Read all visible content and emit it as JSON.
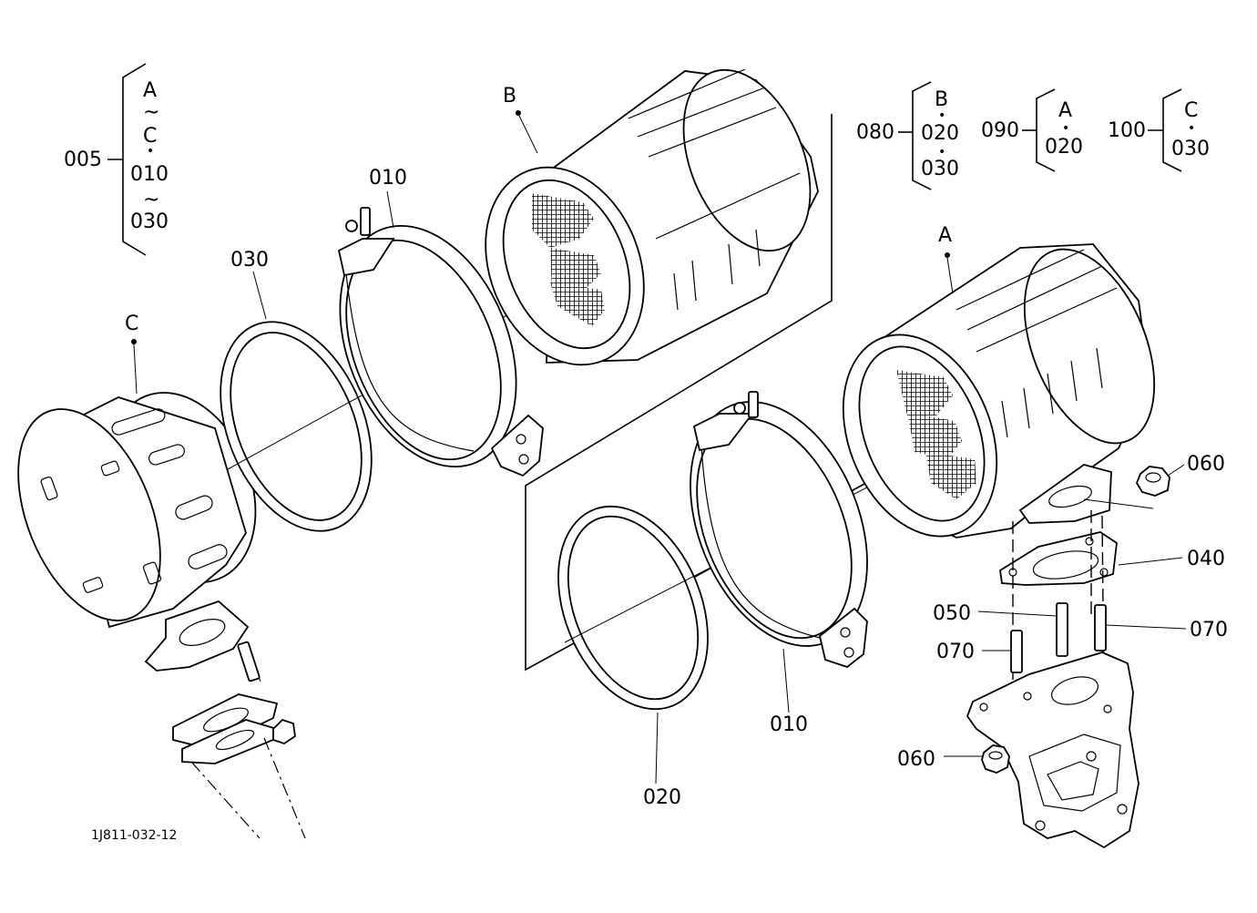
{
  "drawing_id": "1J811-032-12",
  "callouts": {
    "c005": "005",
    "c010_top": "010",
    "c010_bottom": "010",
    "c020": "020",
    "c030": "030",
    "c040": "040",
    "c050": "050",
    "c060_right": "060",
    "c060_bottom": "060",
    "c070_left": "070",
    "c070_right": "070",
    "c080": "080",
    "c090": "090",
    "c100": "100"
  },
  "assembly_marks": {
    "A": "A",
    "B": "B",
    "C": "C"
  },
  "sets": {
    "s005": [
      "A",
      "~",
      "C",
      "•",
      "010",
      "~",
      "030"
    ],
    "s080": [
      "B",
      "•",
      "020",
      "•",
      "030"
    ],
    "s090": [
      "A",
      "•",
      "020"
    ],
    "s100": [
      "C",
      "•",
      "030"
    ]
  }
}
